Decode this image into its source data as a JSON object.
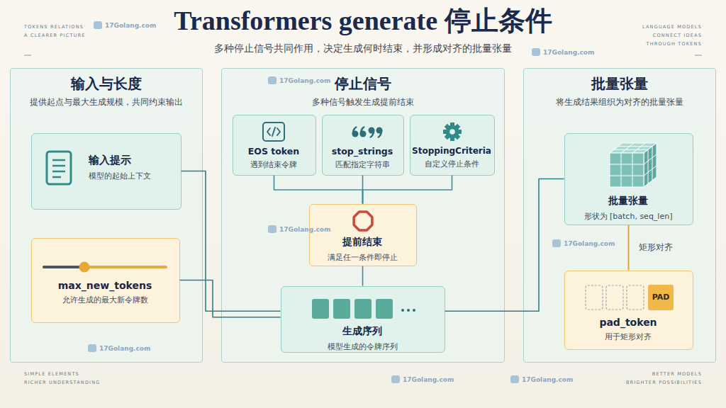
{
  "diagram": {
    "title": "Transformers generate 停止条件",
    "caption": "多种停止信号共同作用，决定生成何时结束，并形成对齐的批量张量",
    "nodes": [
      {
        "text": [
          "输入与长度",
          "提供起点与最大生成规模，共同约束输出"
        ]
      },
      {
        "text": [
          "输入提示",
          "模型的起始上下文"
        ],
        "in": 0
      },
      {
        "text": [
          "max_new_tokens",
          "允许生成的最大新令牌数"
        ],
        "in": 0
      },
      {
        "text": [
          "停止信号",
          "多种信号触发生成提前结束"
        ]
      },
      {
        "text": [
          "EOS token",
          "遇到结束令牌"
        ],
        "in": 3
      },
      {
        "text": [
          "stop_strings",
          "匹配指定字符串"
        ],
        "in": 3
      },
      {
        "text": [
          "StoppingCriteria",
          "自定义停止条件"
        ],
        "in": 3
      },
      {
        "text": [
          "提前结束",
          "满足任一条件即停止"
        ],
        "in": 3
      },
      {
        "text": [
          "生成序列",
          "模型生成的令牌序列"
        ],
        "in": 3
      },
      {
        "text": [
          "批量张量",
          "将生成结果组织为对齐的批量张量"
        ]
      },
      {
        "text": [
          "批量张量",
          "形状为 [batch, seq_len]"
        ],
        "in": 9
      },
      {
        "text": [
          "pad_token",
          "用于矩形对齐"
        ],
        "in": 9
      }
    ],
    "edges": [
      {
        "from": 4,
        "to": 7,
        "arrow": "none"
      },
      {
        "from": 5,
        "to": 7,
        "arrow": "none"
      },
      {
        "from": 6,
        "to": 7,
        "arrow": "none"
      },
      {
        "from": 7,
        "to": 8,
        "arrow": "none"
      },
      {
        "from": 1,
        "to": 8,
        "arrow": "none"
      },
      {
        "from": 2,
        "to": 8,
        "arrow": "none"
      },
      {
        "from": 8,
        "to": 10,
        "arrow": "none"
      },
      {
        "from": 10,
        "to": 11,
        "label": "矩形对齐",
        "arrow": "none"
      }
    ],
    "labels": [
      "TOKENS RELATIONS A CLEARER PICTURE",
      "17Golang.com",
      "LANGUAGE MODELS CONNECT IDEAS THROUGH TOKENS",
      "17Golang.com",
      "17Golang.com",
      "17Golang.com",
      "17Golang.com",
      "PAD",
      "17Golang.com",
      "SIMPLE ELEMENTS RICHER UNDERSTANDING",
      "17Golang.com",
      "17Golang.com",
      "BETTER MODELS BRIGHTER POSSIBILITIES"
    ]
  }
}
